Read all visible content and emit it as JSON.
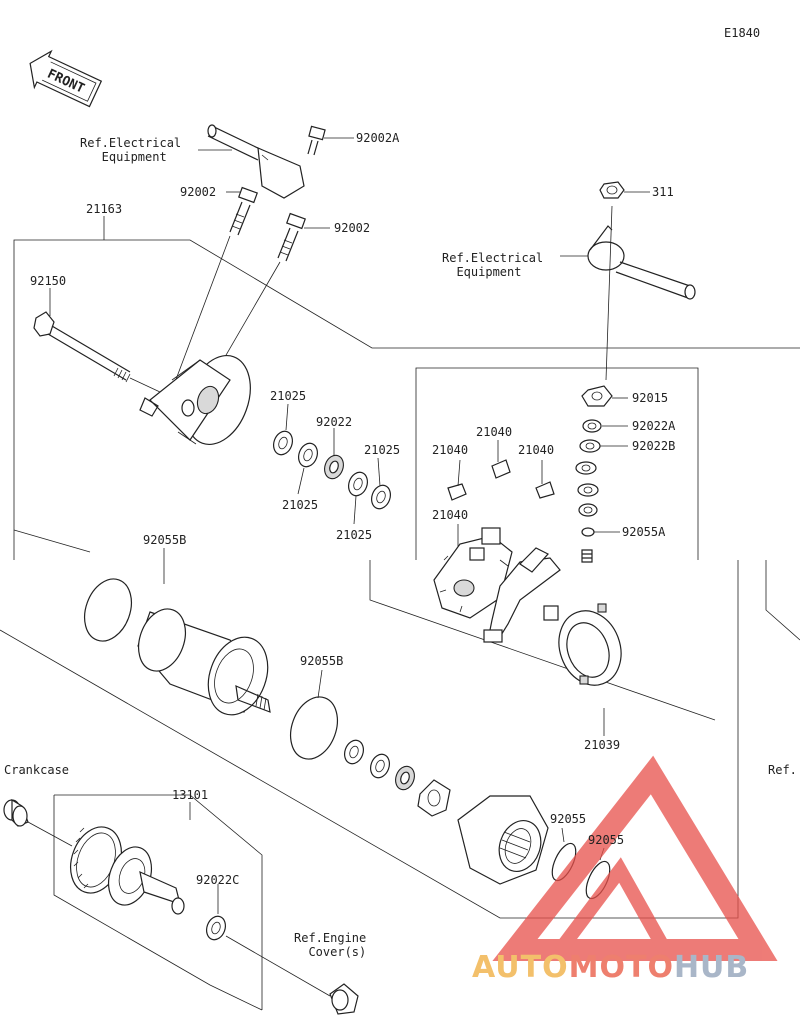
{
  "diagram_id": "E1840",
  "front_arrow_label": "FRONT",
  "labels": {
    "ref_elec_1": "Ref.Electrical\n   Equipment",
    "p92002A": "92002A",
    "p92002_left": "92002",
    "p92002_right": "92002",
    "p21163": "21163",
    "p92150": "92150",
    "p311": "311",
    "ref_elec_2": "Ref.Electrical\n  Equipment",
    "p92015": "92015",
    "p92022A": "92022A",
    "p92022B": "92022B",
    "p92055A": "92055A",
    "p21025_a": "21025",
    "p92022": "92022",
    "p21025_b": "21025",
    "p21025_c": "21025",
    "p21025_d": "21025",
    "p21040_a": "21040",
    "p21040_b": "21040",
    "p21040_c": "21040",
    "p21040_d": "21040",
    "p92055B_a": "92055B",
    "p92055B_b": "92055B",
    "p21039": "21039",
    "crankcase": "Crankcase",
    "p13101": "13101",
    "p92022C": "92022C",
    "ref_engine": "Ref.Engine\n  Cover(s)",
    "p92055_a": "92055",
    "p92055_b": "92055",
    "ref_right": "Ref."
  },
  "watermark": {
    "part1": "AUTO",
    "part2": "MOTO",
    "part3": "HUB",
    "color_auto": "#f3c06b",
    "color_moto": "#ee7f6e",
    "color_hub": "#a9b6c8",
    "logo_color": "#e8504a"
  }
}
